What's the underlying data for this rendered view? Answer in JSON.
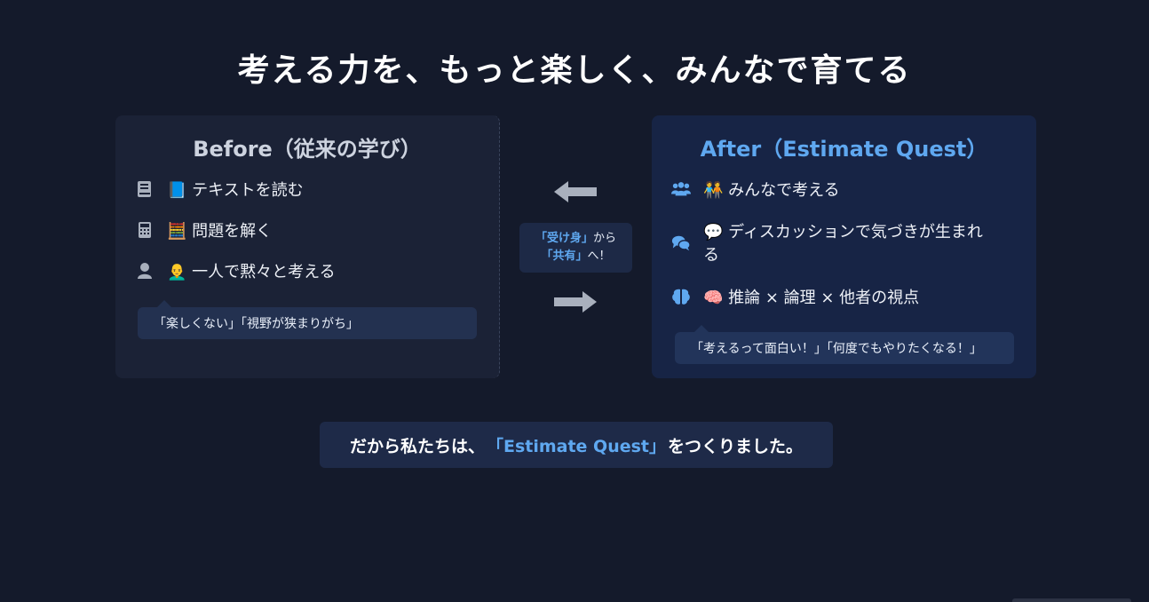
{
  "title": "考える力を、もっと楽しく、みんなで育てる",
  "before": {
    "heading": "Before（従来の学び）",
    "items": [
      {
        "icon": "book-icon",
        "text": "📘 テキストを読む"
      },
      {
        "icon": "calculator-icon",
        "text": "🧮 問題を解く"
      },
      {
        "icon": "user-icon",
        "text": "👨‍🦲 一人で黙々と考える"
      }
    ],
    "quote": "「楽しくない」「視野が狭まりがち」"
  },
  "after": {
    "heading": "After（Estimate Quest）",
    "items": [
      {
        "icon": "users-icon",
        "text": "🧑‍🤝‍🧑 みんなで考える"
      },
      {
        "icon": "comments-icon",
        "text": "💬 ディスカッションで気づきが生まれる"
      },
      {
        "icon": "brain-icon",
        "text": "🧠 推論 × 論理 × 他者の視点"
      }
    ],
    "quote": "「考えるって面白い！」「何度でもやりたくなる！」"
  },
  "middle": {
    "part1": "「受け身」",
    "part2": "から",
    "part3": "「共有」",
    "part4": "へ！"
  },
  "bottom": {
    "prefix": "だから私たちは、",
    "highlight": "「Estimate Quest」",
    "suffix": "をつくりました。"
  },
  "colors": {
    "accent": "#5fa8f0",
    "background": "#141a2b"
  }
}
